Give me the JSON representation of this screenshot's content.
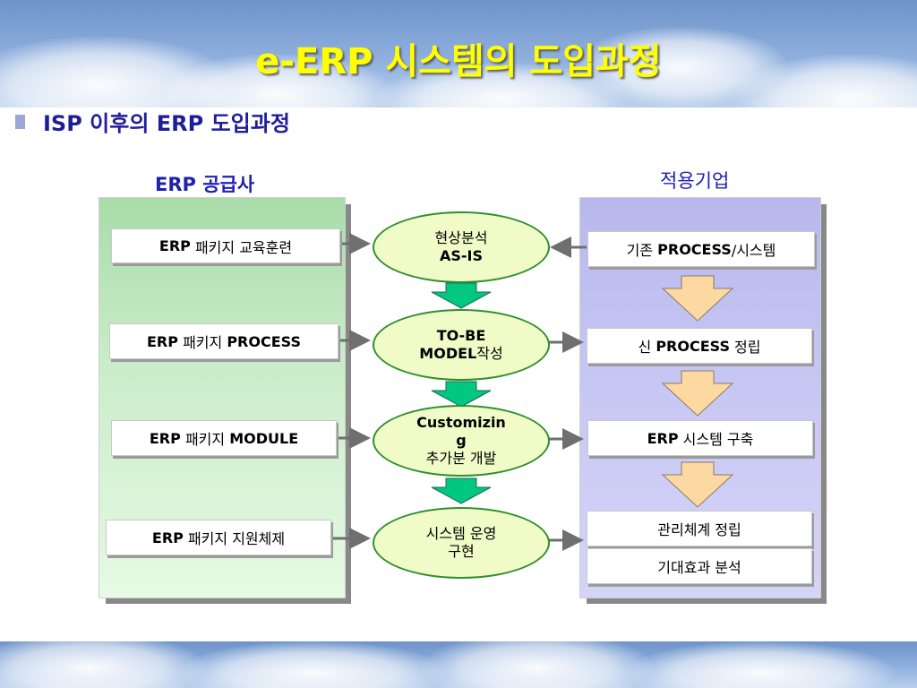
{
  "title": "e-ERP 시스템의 도입과정",
  "subtitle": "ISP 이후의 ERP 도입과정",
  "columns": {
    "left_header": "ERP 공급사",
    "right_header": "적용기업"
  },
  "left_boxes": [
    {
      "bold": "ERP",
      "text": " 패키지 교육훈련"
    },
    {
      "bold": "ERP",
      "text": " 패키지 ",
      "bold2": "PROCESS"
    },
    {
      "bold": "ERP",
      "text": " 패키지 ",
      "bold2": "MODULE"
    },
    {
      "bold": "ERP",
      "text": " 패키지 지원체제"
    }
  ],
  "center_steps": [
    {
      "line1": "현상분석",
      "line2": "AS-IS"
    },
    {
      "line1": "TO-BE",
      "line2a": "MODEL",
      "line2b": "작성"
    },
    {
      "line1": "Customizin",
      "line1b": "g",
      "line2": "추가분 개발"
    },
    {
      "line1": "시스템 운영",
      "line2": "구현"
    }
  ],
  "right_boxes": [
    {
      "text": "기존 ",
      "bold": "PROCESS",
      "text2": "/시스템"
    },
    {
      "text": "신 ",
      "bold": "PROCESS",
      "text2": " 정립"
    },
    {
      "bold": "ERP",
      "text2": " 시스템 구축"
    },
    {
      "text": "관리체계 정립"
    },
    {
      "text": "기대효과 분석"
    }
  ],
  "colors": {
    "title": "#ffff00",
    "subtitle": "#1e1e99",
    "column_header": "#1f1fb0",
    "ellipse_fill": "#f1fbc8",
    "ellipse_border": "#2f8f2f",
    "green_arrow": "#00c882",
    "orange_arrow": "#fcd9a0",
    "connector": "#6f6f6f"
  }
}
